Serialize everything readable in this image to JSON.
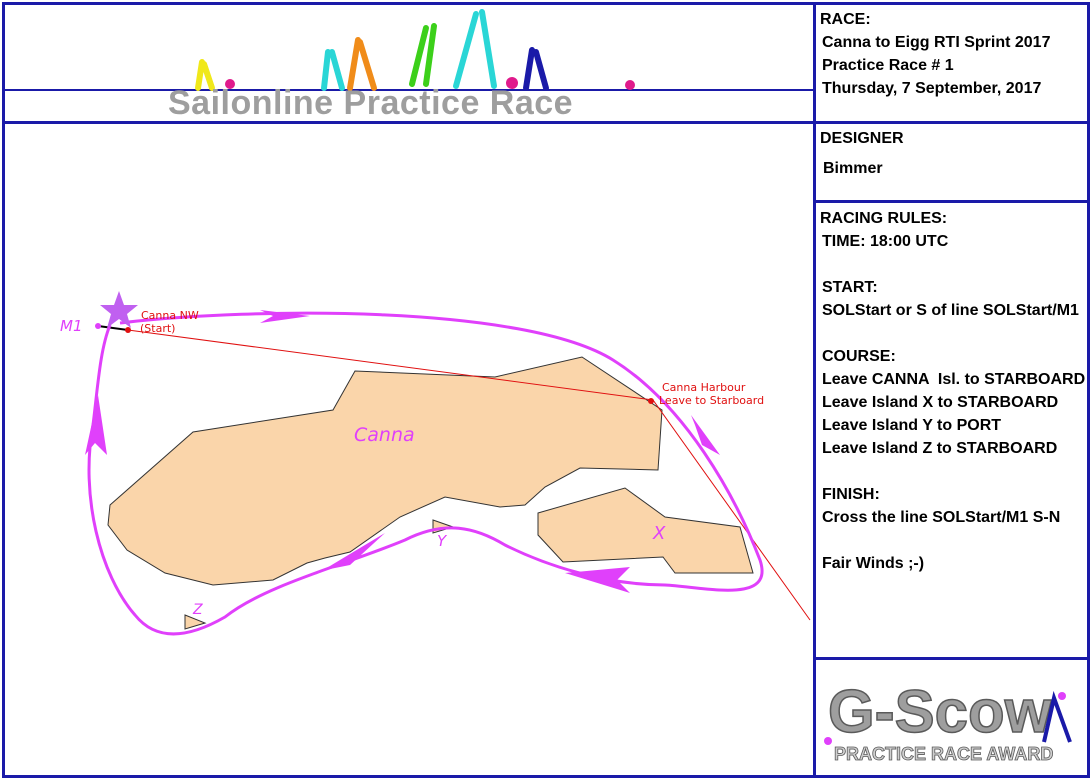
{
  "banner": {
    "title": "Sailonline Practice Race"
  },
  "race": {
    "heading": "RACE:",
    "lines": [
      "Canna to Eigg RTI Sprint 2017",
      "Practice Race # 1",
      "Thursday, 7 September, 2017"
    ]
  },
  "designer": {
    "heading": "DESIGNER",
    "name": "Bimmer"
  },
  "rules": {
    "heading": "RACING RULES:",
    "lines": [
      "TIME: 18:00 UTC",
      "",
      "START:",
      "SOLStart or S of line SOLStart/M1",
      "",
      "COURSE:",
      "Leave CANNA  Isl. to STARBOARD",
      "Leave Island X to STARBOARD",
      "Leave Island Y to PORT",
      "Leave Island Z to STARBOARD",
      "",
      "FINISH:",
      "Cross the line SOLStart/M1 S-N",
      "",
      "Fair Winds ;-)"
    ]
  },
  "map": {
    "labels": {
      "m1": "M1",
      "start": "Canna NW",
      "start_sub": "(Start)",
      "harbour": "Canna Harbour",
      "harbour_sub": "Leave to Starboard",
      "canna": "Canna",
      "x": "X",
      "y": "Y",
      "z": "Z"
    },
    "colors": {
      "land": "#fad5aa",
      "course": "#e040fb",
      "rhumb": "#e01010",
      "frame": "#1a1aa8"
    }
  },
  "award": {
    "title": "G-Scow",
    "subtitle": "PRACTICE RACE AWARD"
  }
}
